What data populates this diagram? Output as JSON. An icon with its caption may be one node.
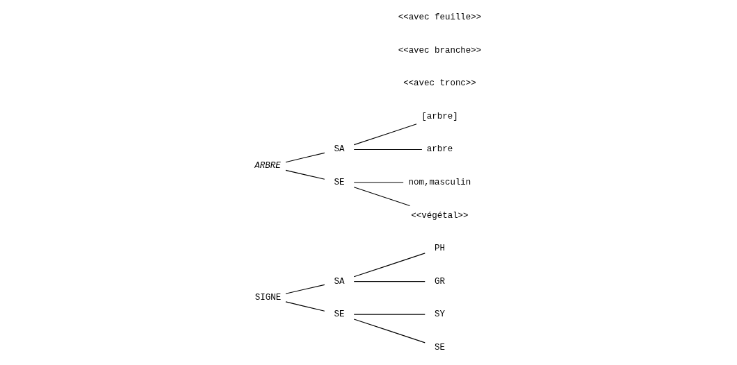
{
  "diagram": {
    "nodes": [
      {
        "text": [
          "SIGNE"
        ]
      },
      {
        "text": [
          "SA"
        ]
      },
      {
        "text": [
          "PH"
        ]
      },
      {
        "text": [
          "GR"
        ]
      },
      {
        "text": [
          "SE"
        ]
      },
      {
        "text": [
          "SY"
        ]
      },
      {
        "text": [
          "SE"
        ]
      },
      {
        "text": [
          "ARBRE"
        ]
      },
      {
        "text": [
          "SA"
        ]
      },
      {
        "text": [
          "[arbre]"
        ]
      },
      {
        "text": [
          "arbre"
        ]
      },
      {
        "text": [
          "SE"
        ]
      },
      {
        "text": [
          "nom,masculin"
        ]
      },
      {
        "text": [
          "<<végétal>>"
        ]
      }
    ],
    "edges": [
      {
        "from": 0,
        "to": 1,
        "arrow": "none"
      },
      {
        "from": 1,
        "to": 2,
        "arrow": "none"
      },
      {
        "from": 1,
        "to": 3,
        "arrow": "none"
      },
      {
        "from": 0,
        "to": 4,
        "arrow": "none"
      },
      {
        "from": 4,
        "to": 5,
        "arrow": "none"
      },
      {
        "from": 4,
        "to": 6,
        "arrow": "none"
      },
      {
        "from": 7,
        "to": 8,
        "arrow": "none"
      },
      {
        "from": 8,
        "to": 9,
        "arrow": "none"
      },
      {
        "from": 8,
        "to": 10,
        "arrow": "none"
      },
      {
        "from": 7,
        "to": 11,
        "arrow": "none"
      },
      {
        "from": 11,
        "to": 12,
        "arrow": "none"
      },
      {
        "from": 11,
        "to": 13,
        "arrow": "none"
      }
    ],
    "labels": [
      "<<avec tronc>>",
      "<<avec branche>>",
      "<<avec feuille>>"
    ]
  }
}
